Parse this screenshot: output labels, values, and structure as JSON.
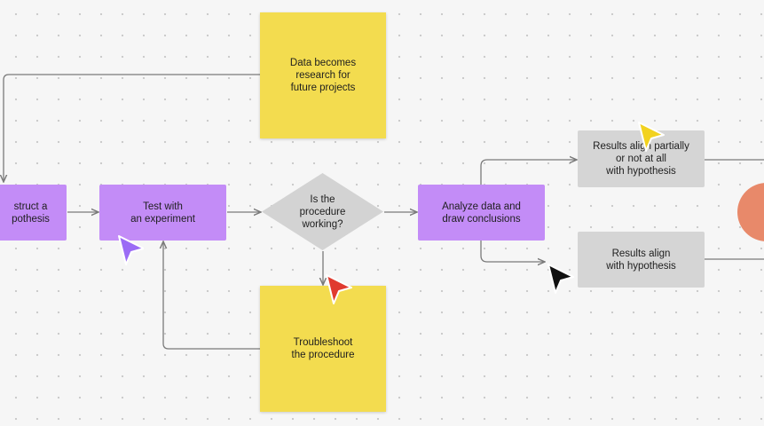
{
  "nodes": {
    "construct_hypothesis": "struct a\npothesis",
    "test_experiment": "Test with\nan experiment",
    "is_procedure_working": "Is the\nprocedure\nworking?",
    "analyze_data": "Analyze data and\ndraw conclusions",
    "results_partial": "Results align partially\nor not at all\nwith hypothesis",
    "results_align": "Results align\nwith hypothesis",
    "data_research": "Data becomes\nresearch for\nfuture projects",
    "troubleshoot": "Troubleshoot\nthe procedure"
  },
  "colors": {
    "process": "#c38cf7",
    "sticky_note": "#f3dc4f",
    "result": "#d5d5d5",
    "decision": "#d3d3d3",
    "terminal": "#e8896a",
    "connector": "#7a7a7a"
  },
  "cursors": [
    {
      "name": "purple-cursor",
      "color": "#9b6cf5"
    },
    {
      "name": "red-cursor",
      "color": "#e03a2f"
    },
    {
      "name": "black-cursor",
      "color": "#111111"
    },
    {
      "name": "yellow-cursor",
      "color": "#f2d21f"
    }
  ]
}
